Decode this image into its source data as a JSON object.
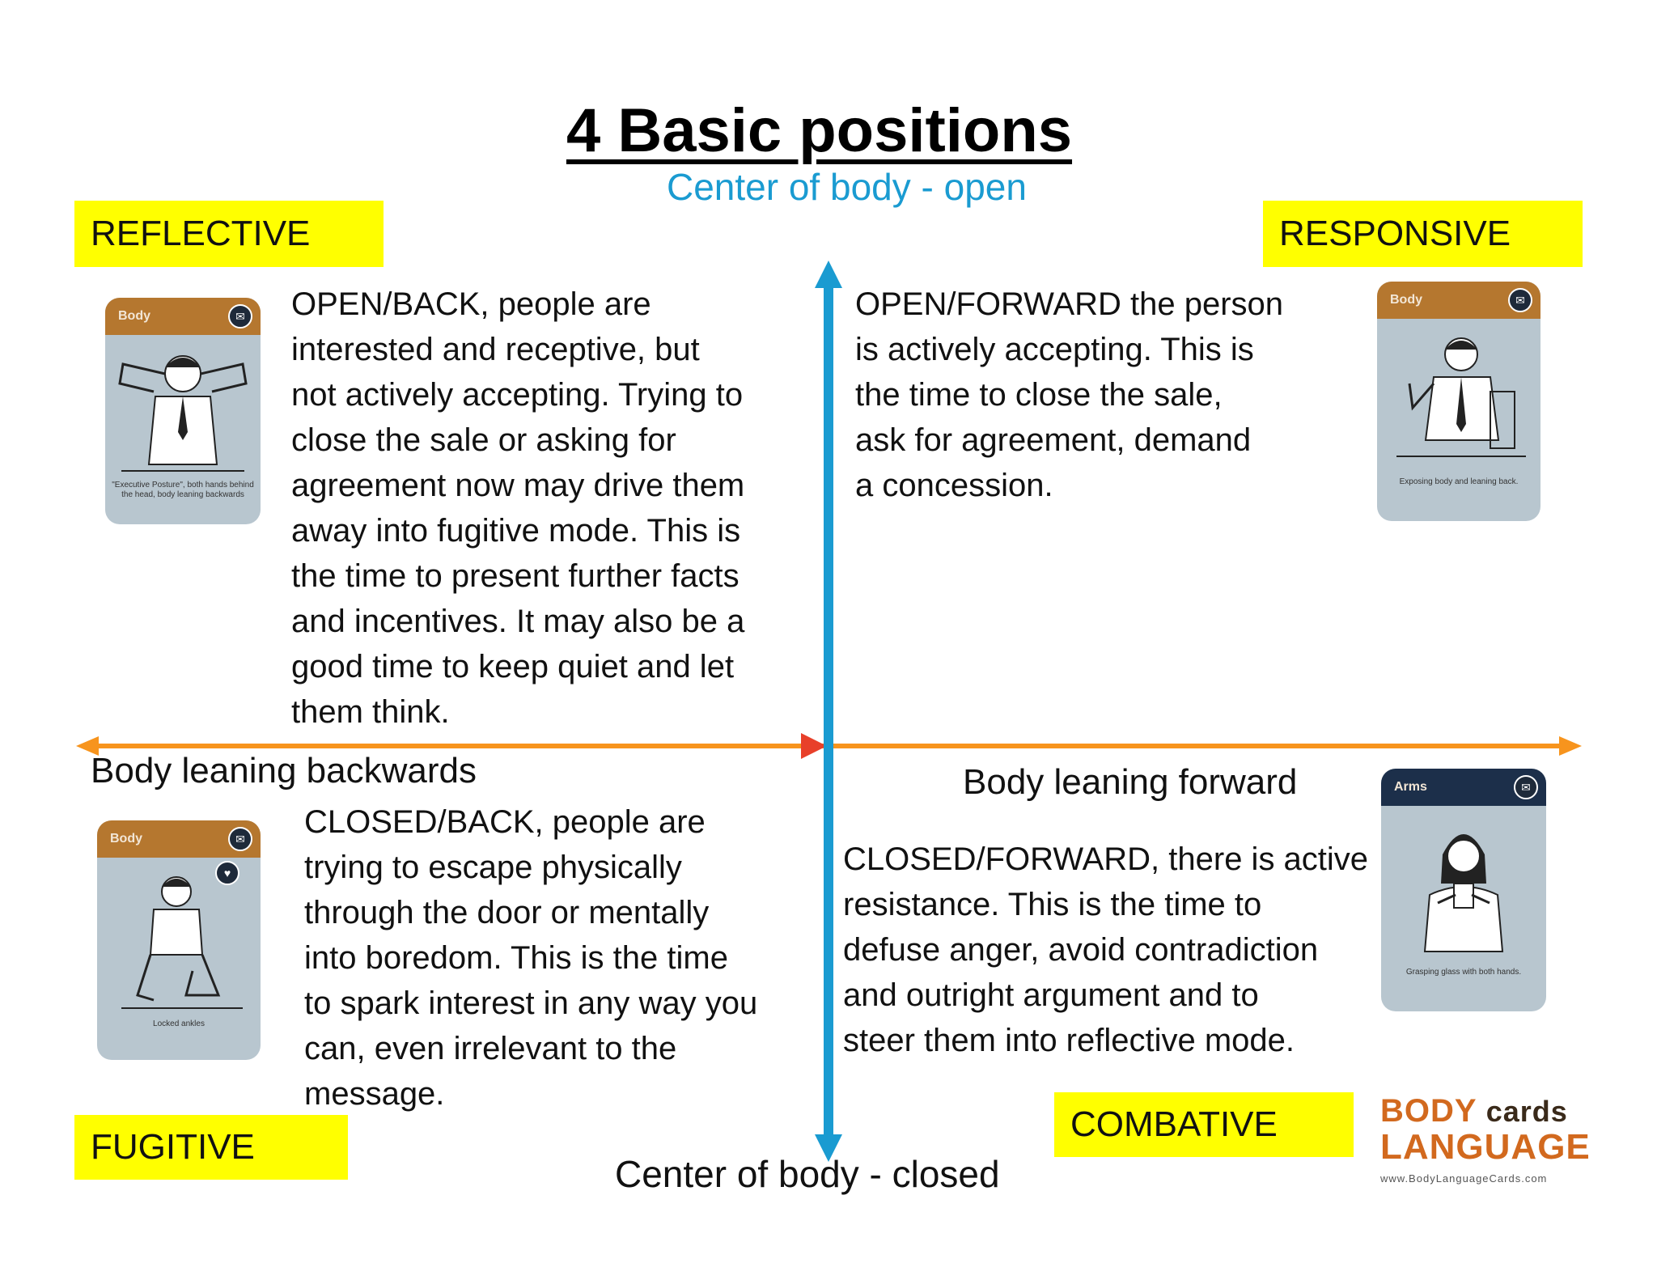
{
  "title": "4 Basic positions",
  "axes": {
    "top": "Center of body - open",
    "bottom": "Center of body - closed",
    "left": "Body leaning backwards",
    "right": "Body leaning forward",
    "vertical_color": "#1a9bd1",
    "horizontal_color": "#f7941d",
    "center_marker_color": "#e8402a"
  },
  "quadrants": {
    "reflective": {
      "label": "REFLECTIVE",
      "lines": [
        "OPEN/BACK, people are",
        "interested and receptive, but",
        "not actively accepting. Trying to",
        "close the sale or asking for",
        "agreement now may drive them",
        "away into fugitive mode. This is",
        "the time to present further facts",
        "and incentives. It may also be a",
        "good time to keep quiet and let",
        "them think."
      ],
      "card": {
        "category": "Body",
        "caption_line1": "\"Executive Posture\", both hands behind",
        "caption_line2": "the head, body leaning backwards",
        "band_color": "#b5772f",
        "icon": "envelope-icon"
      }
    },
    "responsive": {
      "label": "RESPONSIVE",
      "lines": [
        "OPEN/FORWARD the person",
        "is actively accepting. This is",
        "the time to close the sale,",
        "ask for agreement, demand",
        "a concession."
      ],
      "card": {
        "category": "Body",
        "caption_line1": "Exposing body and leaning back.",
        "band_color": "#b5772f",
        "icon": "envelope-icon"
      }
    },
    "fugitive": {
      "label": "FUGITIVE",
      "lines": [
        "CLOSED/BACK, people are",
        "trying to escape physically",
        "through the door or mentally",
        "into boredom. This is the time",
        "to spark interest in any way you",
        "can, even irrelevant to the",
        "message."
      ],
      "card": {
        "category": "Body",
        "caption_line1": "Locked ankles",
        "band_color": "#b5772f",
        "icon": "envelope-icon"
      }
    },
    "combative": {
      "label": "COMBATIVE",
      "lines": [
        "CLOSED/FORWARD, there is active",
        "resistance. This is the time to",
        "defuse anger, avoid contradiction",
        "and outright argument and to",
        "steer them into reflective mode."
      ],
      "card": {
        "category": "Arms",
        "caption_line1": "Grasping glass with both hands.",
        "band_color": "#1c2f4a",
        "icon": "envelope-icon"
      }
    }
  },
  "label_color": "#ffff00",
  "logo": {
    "word1": "BODY",
    "word2": "cards",
    "word3": "LANGUAGE",
    "url": "www.BodyLanguageCards.com",
    "color_orange": "#d2691e",
    "color_dark": "#3a2a1a"
  }
}
